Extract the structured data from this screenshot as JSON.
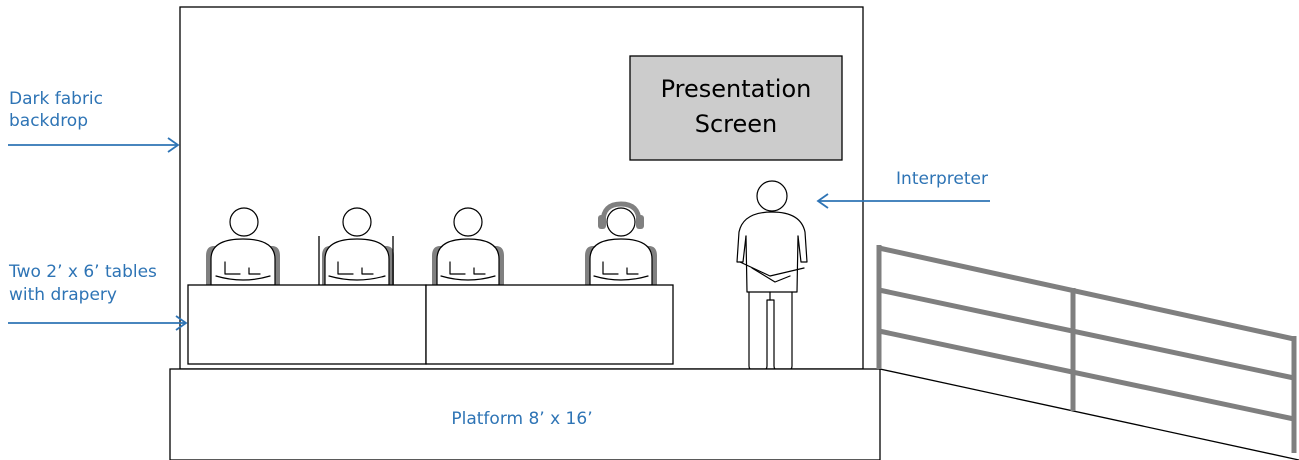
{
  "labels": {
    "backdrop_line1": "Dark fabric",
    "backdrop_line2": "backdrop",
    "tables_line1": "Two 2’ x 6’ tables",
    "tables_line2": "with drapery",
    "interpreter": "Interpreter",
    "platform": "Platform 8’ x 16’",
    "screen_line1": "Presentation",
    "screen_line2": "Screen"
  },
  "colors": {
    "label_text": "#2e74b5",
    "arrow": "#2e74b5",
    "screen_fill": "#cccccc",
    "chair_fill": "#808080",
    "railing": "#7f7f7f"
  }
}
